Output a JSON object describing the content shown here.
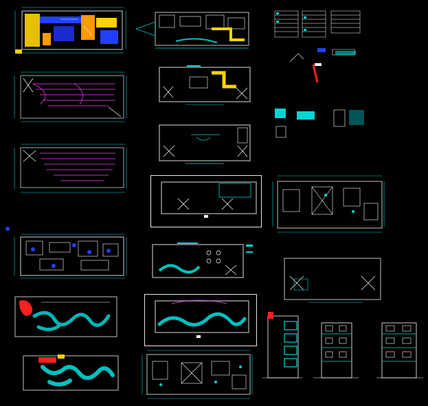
{
  "app": {
    "title": ""
  },
  "colors": {
    "background": "#000000",
    "dimension": "#00d5d5",
    "wall": "#8c8c8c",
    "frame": "#e8e8e8",
    "electrical": "#ff40ff",
    "plumbing": "#00c0c0",
    "fire": "#ff2020",
    "furniture": "#ffffff",
    "hvac_yellow": "#ffd400",
    "hvac_orange": "#ff9a00",
    "hvac_blue": "#2040ff"
  },
  "icons": {
    "floor_plan": "floor-plan-icon",
    "elevation": "elevation-icon",
    "legend": "legend-table-icon",
    "detail": "detail-icon"
  },
  "sheets": [
    {
      "id": "hvac-plan",
      "kind": "plan"
    },
    {
      "id": "electrical-plan-1",
      "kind": "plan"
    },
    {
      "id": "electrical-plan-2",
      "kind": "plan"
    },
    {
      "id": "furniture-plan-left",
      "kind": "plan"
    },
    {
      "id": "fire-plan",
      "kind": "plan"
    },
    {
      "id": "plumbing-plan-left",
      "kind": "plan"
    },
    {
      "id": "roof-plan-top",
      "kind": "plan"
    },
    {
      "id": "mid-plan-1",
      "kind": "plan"
    },
    {
      "id": "mid-plan-2",
      "kind": "plan"
    },
    {
      "id": "framed-plan-1",
      "kind": "plan"
    },
    {
      "id": "mid-plan-3",
      "kind": "plan"
    },
    {
      "id": "framed-plan-2",
      "kind": "plan"
    },
    {
      "id": "bottom-plan",
      "kind": "plan"
    },
    {
      "id": "legends",
      "kind": "legend"
    },
    {
      "id": "details",
      "kind": "detail"
    },
    {
      "id": "right-plan-1",
      "kind": "plan"
    },
    {
      "id": "right-plan-2",
      "kind": "plan"
    },
    {
      "id": "elevation-1",
      "kind": "elevation"
    },
    {
      "id": "elevation-2",
      "kind": "elevation"
    },
    {
      "id": "elevation-3",
      "kind": "elevation"
    }
  ]
}
